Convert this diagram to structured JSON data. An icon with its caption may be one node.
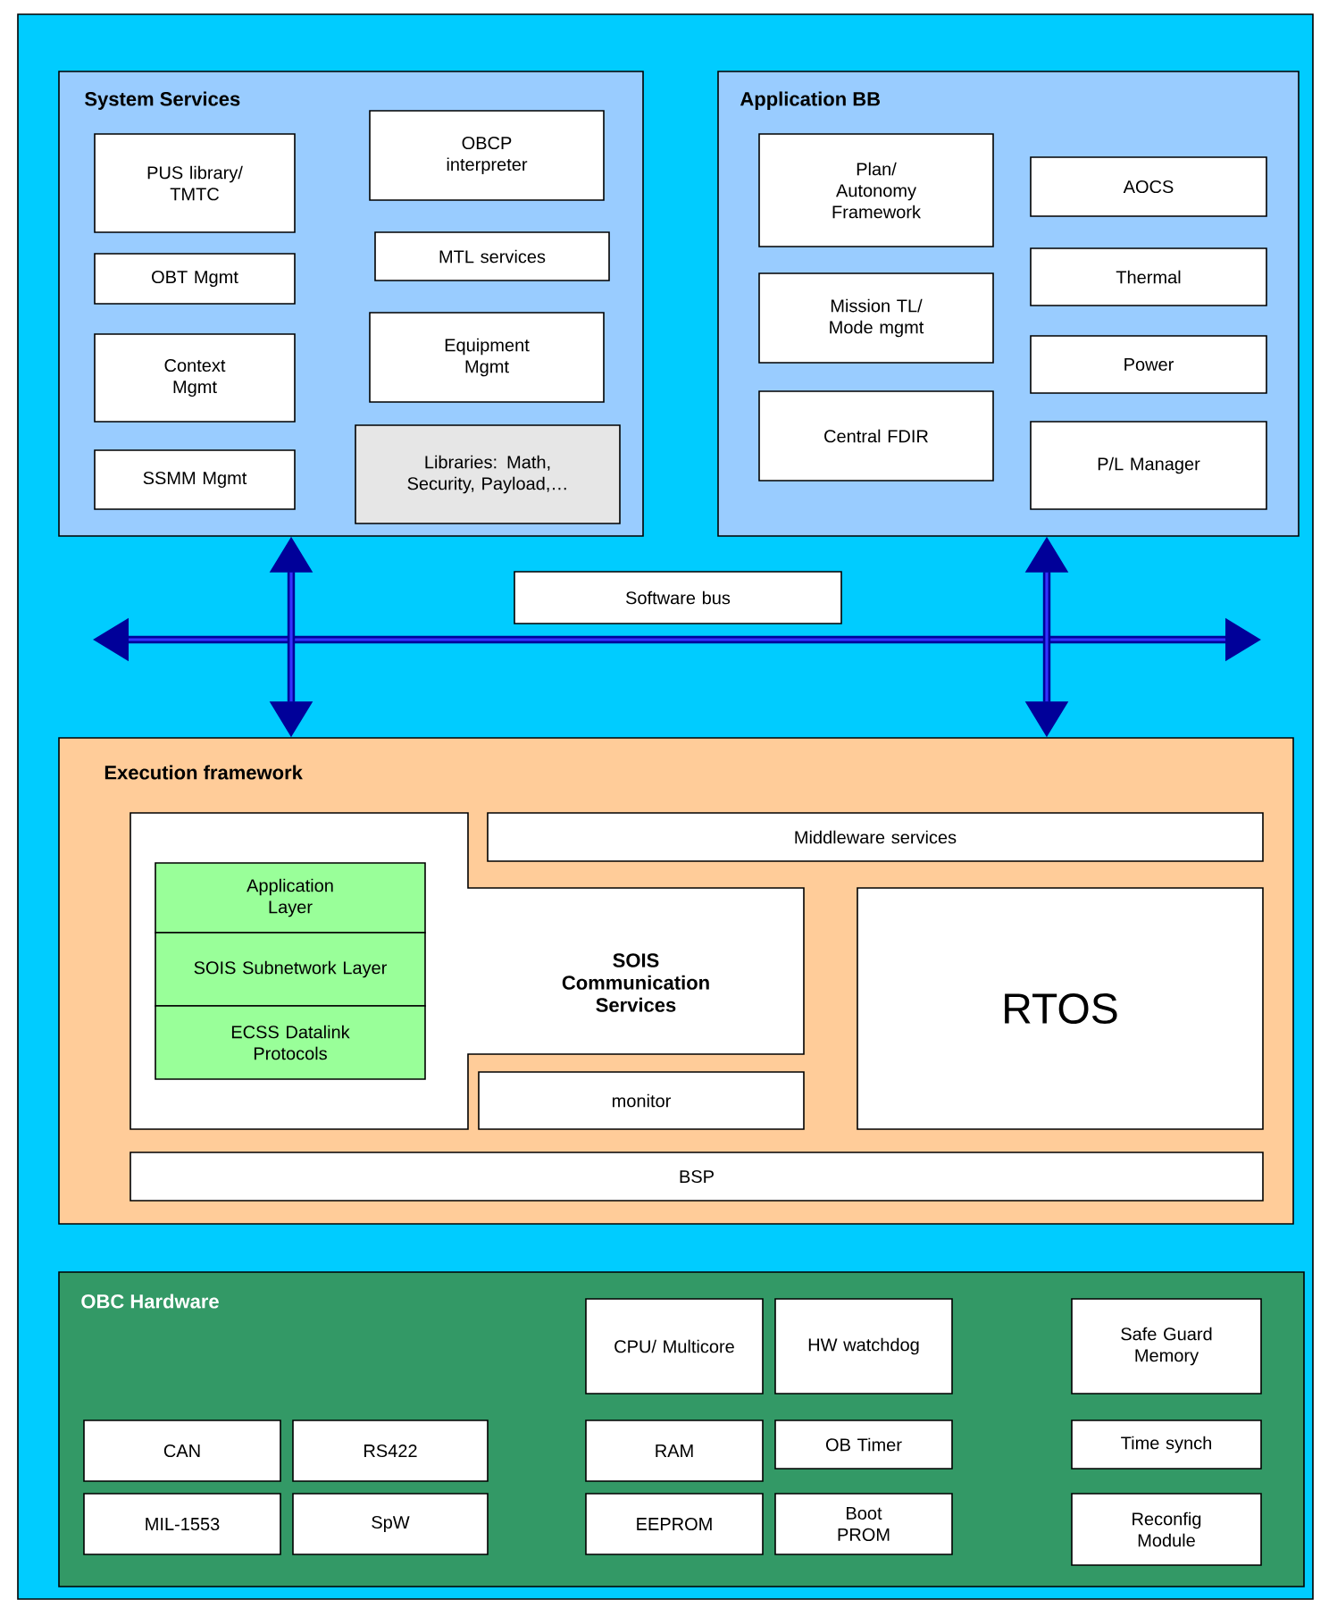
{
  "diagram": {
    "nodes": [
      {
        "text": [
          "System Services"
        ]
      },
      {
        "text": [
          "PUS library/ TMTC"
        ],
        "in": 0
      },
      {
        "text": [
          "OBCP interpreter"
        ],
        "in": 0
      },
      {
        "text": [
          "OBT Mgmt"
        ],
        "in": 0
      },
      {
        "text": [
          "MTL services"
        ],
        "in": 0
      },
      {
        "text": [
          "Context Mgmt"
        ],
        "in": 0
      },
      {
        "text": [
          "Equipment Mgmt"
        ],
        "in": 0
      },
      {
        "text": [
          "SSMM Mgmt"
        ],
        "in": 0
      },
      {
        "text": [
          "Libraries: Math, Security, Payload,…"
        ],
        "in": 0
      },
      {
        "text": [
          "Application BB"
        ]
      },
      {
        "text": [
          "Plan/ Autonomy Framework"
        ],
        "in": 9
      },
      {
        "text": [
          "AOCS"
        ],
        "in": 9
      },
      {
        "text": [
          "Mission TL/ Mode mgmt"
        ],
        "in": 9
      },
      {
        "text": [
          "Thermal"
        ],
        "in": 9
      },
      {
        "text": [
          "Central FDIR"
        ],
        "in": 9
      },
      {
        "text": [
          "Power"
        ],
        "in": 9
      },
      {
        "text": [
          "P/L Manager"
        ],
        "in": 9
      },
      {
        "text": [
          "Software bus"
        ]
      },
      {
        "text": [
          "Execution framework"
        ]
      },
      {
        "text": [
          "SOIS Communication Services"
        ],
        "in": 18
      },
      {
        "text": [
          "Application Layer"
        ],
        "in": 19
      },
      {
        "text": [
          "SOIS Subnetwork Layer"
        ],
        "in": 19
      },
      {
        "text": [
          "ECSS Datalink Protocols"
        ],
        "in": 19
      },
      {
        "text": [
          "Middleware services"
        ],
        "in": 18
      },
      {
        "text": [
          "RTOS"
        ],
        "in": 18
      },
      {
        "text": [
          "monitor"
        ],
        "in": 18
      },
      {
        "text": [
          "BSP"
        ],
        "in": 18
      },
      {
        "text": [
          "OBC Hardware"
        ]
      },
      {
        "text": [
          "CPU/ Multicore"
        ],
        "in": 27
      },
      {
        "text": [
          "HW watchdog"
        ],
        "in": 27
      },
      {
        "text": [
          "Safe Guard Memory"
        ],
        "in": 27
      },
      {
        "text": [
          "CAN"
        ],
        "in": 27
      },
      {
        "text": [
          "RS422"
        ],
        "in": 27
      },
      {
        "text": [
          "RAM"
        ],
        "in": 27
      },
      {
        "text": [
          "OB Timer"
        ],
        "in": 27
      },
      {
        "text": [
          "Time synch"
        ],
        "in": 27
      },
      {
        "text": [
          "MIL-1553"
        ],
        "in": 27
      },
      {
        "text": [
          "SpW"
        ],
        "in": 27
      },
      {
        "text": [
          "EEPROM"
        ],
        "in": 27
      },
      {
        "text": [
          "Boot PROM"
        ],
        "in": 27
      },
      {
        "text": [
          "Reconfig Module"
        ],
        "in": 27
      }
    ],
    "edges": [
      {
        "from": 0,
        "to": 18,
        "arrow": "both"
      },
      {
        "from": 9,
        "to": 18,
        "arrow": "both"
      }
    ]
  }
}
